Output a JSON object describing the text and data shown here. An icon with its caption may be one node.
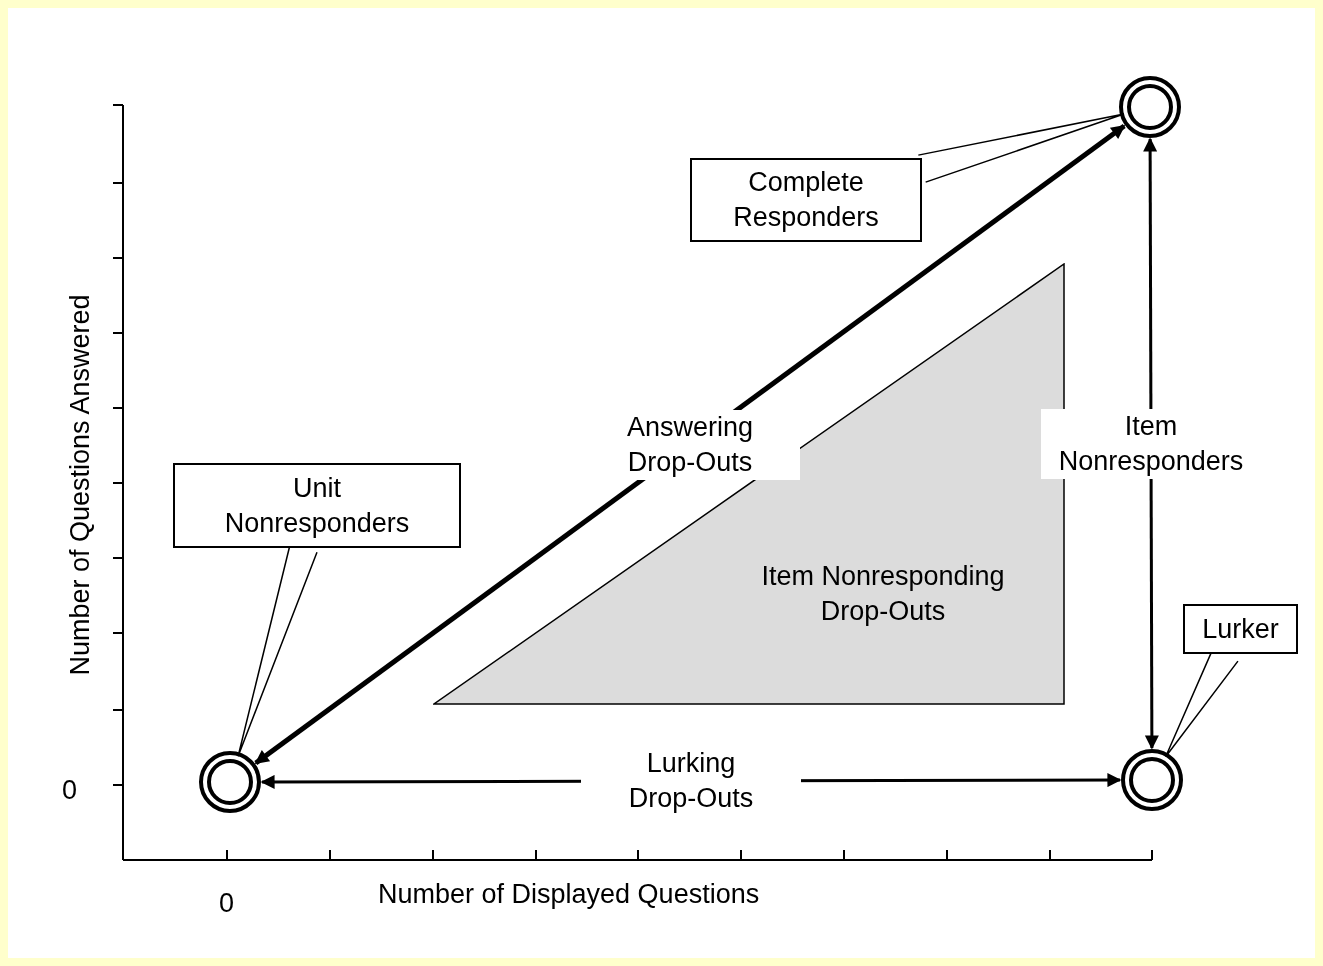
{
  "diagram": {
    "nodes": [
      {
        "text": [],
        "shape": "circle"
      },
      {
        "text": [
          "Unit Nonresponders"
        ]
      },
      {
        "text": [],
        "shape": "circle"
      },
      {
        "text": [
          "Complete Responders"
        ]
      },
      {
        "text": [],
        "shape": "circle"
      },
      {
        "text": [
          "Lurker"
        ]
      },
      {
        "text": [
          "Item Nonresponding Drop-Outs"
        ]
      }
    ],
    "edges": [
      {
        "from": 1,
        "to": 0,
        "arrow": "none"
      },
      {
        "from": 3,
        "to": 2,
        "arrow": "none"
      },
      {
        "from": 5,
        "to": 4,
        "arrow": "none"
      },
      {
        "from": 0,
        "to": 2,
        "arrow": "both",
        "label": "Answering Drop-Outs",
        "style": "thick"
      },
      {
        "from": 2,
        "to": 4,
        "arrow": "both",
        "label": "Item Nonresponders"
      },
      {
        "from": 0,
        "to": 4,
        "arrow": "both",
        "label": "Lurking Drop-Outs"
      }
    ],
    "labels": [
      "Number of Questions Answered",
      "0",
      "0",
      "Number of Displayed Questions"
    ]
  }
}
